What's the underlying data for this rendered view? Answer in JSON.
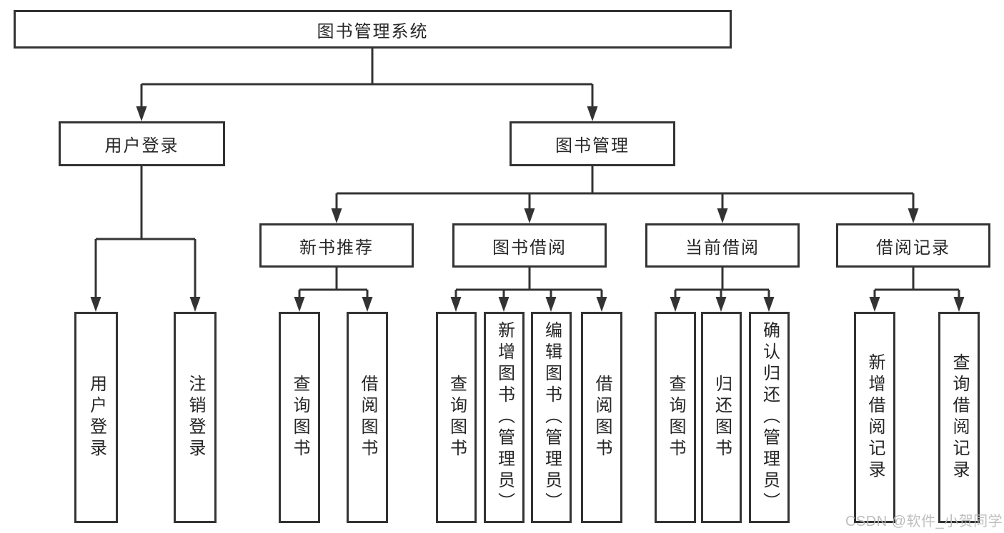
{
  "nodes": {
    "root": "图书管理系统",
    "user_login": "用户登录",
    "book_mgmt": "图书管理",
    "new_book_rec": "新书推荐",
    "book_borrow": "图书借阅",
    "current_borrow": "当前借阅",
    "borrow_records": "借阅记录",
    "leaf_user_login": "用户登录",
    "leaf_logout": "注销登录",
    "leaf_query_book_rec": "查询图书",
    "leaf_borrow_book_rec": "借阅图书",
    "leaf_query_book_borrow": "查询图书",
    "leaf_add_book": "新增图书（管理员）",
    "leaf_edit_book": "编辑图书（管理员）",
    "leaf_borrow_book_borrow": "借阅图书",
    "leaf_query_book_current": "查询图书",
    "leaf_return_book": "归还图书",
    "leaf_confirm_return": "确认归还（管理员）",
    "leaf_add_record": "新增借阅记录",
    "leaf_query_record": "查询借阅记录"
  },
  "watermark": "CSDN @软件_小贺同学",
  "colors": {
    "line": "#333333",
    "text": "#262626",
    "background": "#ffffff",
    "watermark": "#b9b9b9"
  }
}
